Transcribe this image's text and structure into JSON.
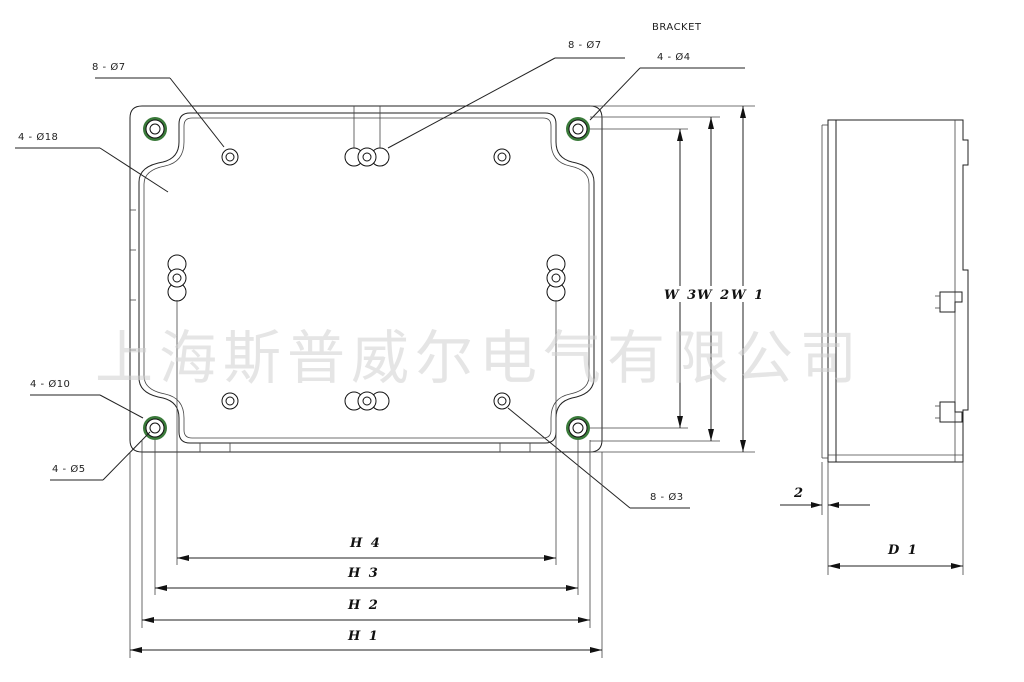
{
  "callouts": {
    "bracket": "BRACKET",
    "top_left_holes": "8 - Ø7",
    "top_center_holes": "8 - Ø7",
    "corner_holes_top": "4 - Ø4",
    "diameter_18": "4 - Ø18",
    "diameter_10": "4 - Ø10",
    "diameter_5": "4 - Ø5",
    "bottom_right_holes": "8 - Ø3"
  },
  "dimensions": {
    "h4": "H 4",
    "h3": "H 3",
    "h2": "H 2",
    "h1": "H 1",
    "w3": "W 3",
    "w2": "W 2",
    "w1": "W 1",
    "wall": "2",
    "d1": "D 1"
  },
  "watermark": "上海斯普威尔电气有限公司",
  "colors": {
    "line": "#222222",
    "mounting_ring": "#3a7a3a",
    "watermark": "#cfcfcf"
  }
}
